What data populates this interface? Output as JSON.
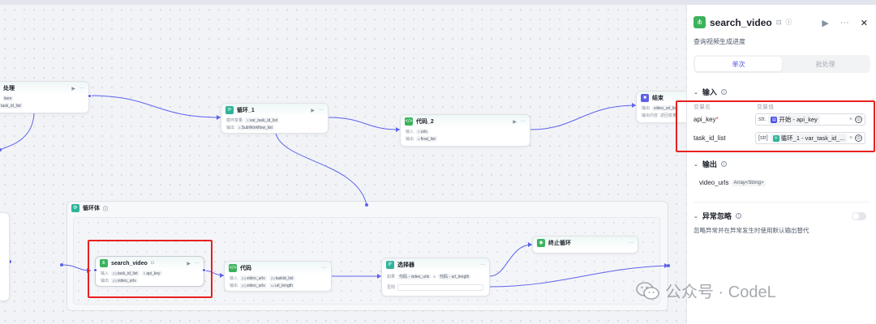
{
  "colors": {
    "accent": "#4d53e8",
    "code": "#3bb25c",
    "loop": "#2fb39a",
    "highlight": "#e8201f",
    "end": "#5f61e8"
  },
  "nodes": {
    "batch": {
      "title": "处理",
      "rows": [
        "item",
        "task_id_list"
      ]
    },
    "loop1": {
      "title": "循环_1",
      "row1_label": "循环变量",
      "row1_value": "var_task_id_list",
      "row2_label": "输出",
      "row2_value": "SubWorkflow_list"
    },
    "code2": {
      "title": "代码_2",
      "row1_label": "输入",
      "row1_value": "urls",
      "row2_label": "输出",
      "row2_value": "final_list"
    },
    "end": {
      "title": "结束",
      "row1_label": "输出",
      "row1_value": "video_url_list",
      "row2_label": "输出内容",
      "row2_value": "返回变量"
    },
    "loop_body": {
      "title": "循环体"
    },
    "search_video": {
      "title": "search_video",
      "row1_label": "输入",
      "row1_value_a": "task_id_list",
      "row1_value_b": "api_key",
      "row2_label": "输出",
      "row2_value": "video_urls"
    },
    "code": {
      "title": "代码",
      "row1_label": "输入",
      "row1_value_a": "video_urls",
      "row1_value_b": "taskid_list",
      "row2_label": "输出",
      "row2_value_a": "video_urls",
      "row2_value_b": "url_length"
    },
    "selector": {
      "title": "选择器",
      "row1_label": "如果",
      "cond_a": "代码 - video_urls",
      "cond_op": "≥",
      "cond_b": "代码 - url_length",
      "row2_label": "否则"
    },
    "terminate": {
      "title": "终止循环"
    }
  },
  "panel": {
    "title": "search_video",
    "description": "查询视频生成进度",
    "tabs": [
      {
        "label": "单次"
      },
      {
        "label": "批处理"
      }
    ],
    "inputs": {
      "heading": "输入",
      "col_name": "变量名",
      "col_value": "变量值",
      "rows": [
        {
          "name": "api_key",
          "required": "*",
          "type": "str.",
          "ref_source": "开始",
          "ref_var": "api_key",
          "ref_text": "开始 - api_key"
        },
        {
          "name": "task_id_list",
          "required": "",
          "type": "[str]",
          "ref_source": "循环_1",
          "ref_var": "var_task_id_...",
          "ref_text": "循环_1 - var_task_id_..."
        }
      ]
    },
    "outputs": {
      "heading": "输出",
      "name": "video_urls",
      "type": "Array<String>"
    },
    "exception": {
      "heading": "异常忽略",
      "description": "忽略异常并在异常发生时使用默认输出替代"
    }
  },
  "watermark": {
    "text": "公众号 · CodeL"
  }
}
